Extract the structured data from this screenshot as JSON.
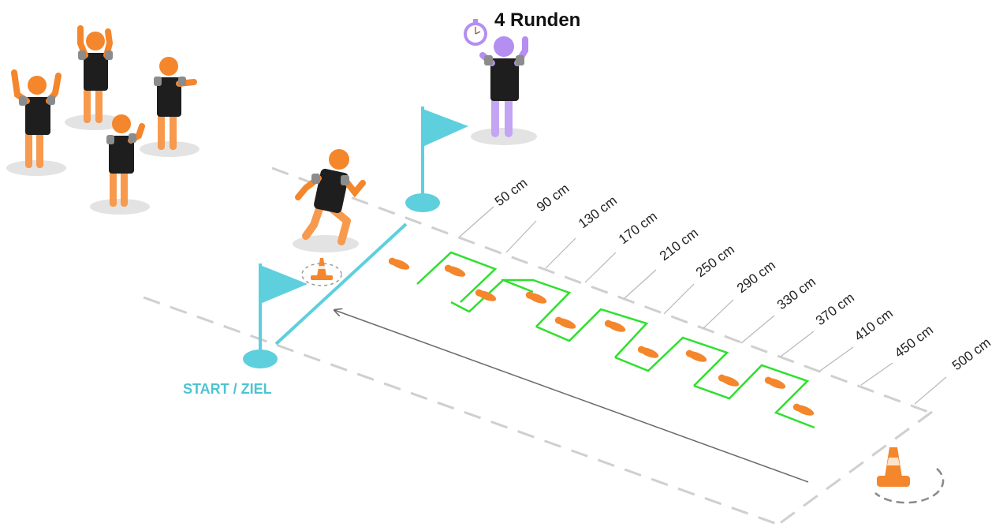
{
  "title": "4 Runden",
  "start_label": "START / ZIEL",
  "distances": [
    "50 cm",
    "90 cm",
    "130 cm",
    "170 cm",
    "210 cm",
    "250 cm",
    "290 cm",
    "330 cm",
    "370 cm",
    "410 cm",
    "450 cm",
    "500 cm"
  ],
  "colors": {
    "flag": "#5ecfdd",
    "start_text": "#4ec3d2",
    "person_orange": "#f4862b",
    "person_leg": "#f79a4e",
    "shirt": "#1e1e1e",
    "sleeve": "#8c8c8c",
    "timekeeper": "#b48ef0",
    "box_green": "#2ee02e",
    "dashes": "#cfcfcf",
    "shadow": "#e3e3e3",
    "cone": "#f4862b"
  },
  "icons": [
    "stopwatch-icon",
    "flag-icon",
    "cone-icon",
    "footprint-icon",
    "person-icon"
  ]
}
